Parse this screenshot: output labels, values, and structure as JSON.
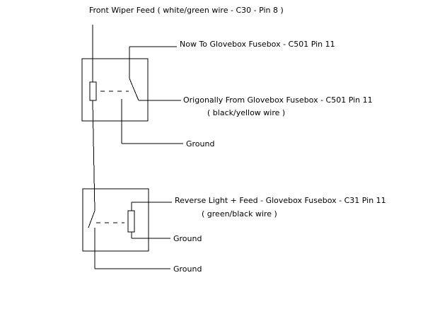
{
  "labels": {
    "front_wiper_feed": "Front Wiper Feed ( white/green wire - C30 - Pin 8 )",
    "now_to_glovebox": "Now To Glovebox Fusebox - C501 Pin 11",
    "originally_from": "Origonally From Glovebox Fusebox - C501 Pin 11",
    "black_yellow": "( black/yellow wire )",
    "ground_1": "Ground",
    "reverse_light_feed": "Reverse Light + Feed - Glovebox Fusebox - C31 Pin 11",
    "green_black": "( green/black wire )",
    "ground_2": "Ground",
    "ground_3": "Ground"
  },
  "colors": {
    "line": "#000000",
    "background": "#ffffff"
  }
}
